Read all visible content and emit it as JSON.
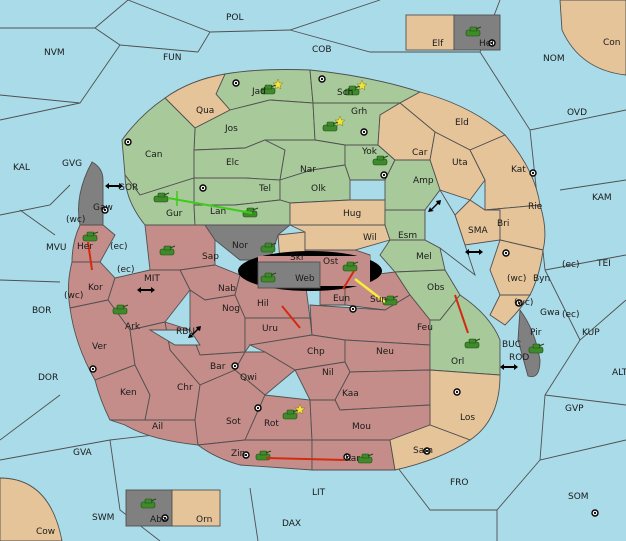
{
  "colors": {
    "water": "#a9dbe9",
    "green": "#a8c99a",
    "red": "#c58d89",
    "tan": "#e6c49a",
    "grey": "#808080",
    "land_border": "#505050",
    "unit": "#3f8a2b",
    "arrow_red": "#d42a10",
    "arrow_green": "#3ecb1a",
    "arrow_yellow": "#f5ef3a",
    "star": "#f3e43a"
  },
  "labels": {
    "pol": "POL",
    "nvm": "NVM",
    "fun": "FUN",
    "cob": "COB",
    "nom": "NOM",
    "ovd": "OVD",
    "kal": "KAL",
    "gvg": "GVG",
    "gor": "GOR",
    "mvu": "MVU",
    "mit": "MIT",
    "bor": "BOR",
    "dor": "DOR",
    "rbu": "RBU",
    "gva": "GVA",
    "kam": "KAM",
    "sma": "SMA",
    "tei": "TEI",
    "kup": "KUP",
    "buc": "BUC",
    "rod": "ROD",
    "alt": "ALT",
    "gvp": "GVP",
    "fro": "FRO",
    "som": "SOM",
    "lit": "LIT",
    "swm": "SWM",
    "dax": "DAX",
    "cow": "Cow",
    "con": "Con",
    "elf": "Elf",
    "hel": "Hel",
    "aba": "Aba",
    "orn": "Orn",
    "jad": "Jad",
    "sch": "Sch",
    "qua": "Qua",
    "jos": "Jos",
    "grh": "Grh",
    "eld": "Eld",
    "can": "Can",
    "elc": "Elc",
    "nar": "Nar",
    "yok": "Yok",
    "car": "Car",
    "uta": "Uta",
    "kat": "Kat",
    "tel": "Tel",
    "olk": "Olk",
    "amp": "Amp",
    "gur": "Gur",
    "lan": "Lan",
    "hug": "Hug",
    "bri": "Bri",
    "rie": "Rie",
    "gaw": "Gaw",
    "nor": "Nor",
    "wil": "Wil",
    "esm": "Esm",
    "her": "Her",
    "wc1": "(wc)",
    "ec1": "(ec)",
    "sap": "Sap",
    "skr": "Skr",
    "ost": "Ost",
    "web": "Web",
    "mel": "Mel",
    "ec2": "(ec)",
    "kor": "Kor",
    "wc2": "(wc)",
    "nab": "Nab",
    "eun": "Eun",
    "sun": "Sun",
    "obs": "Obs",
    "wc3": "(wc)",
    "byn": "Byn",
    "ec3": "(ec)",
    "ark": "Ark",
    "hil": "Hil",
    "nog": "Nog",
    "wc4": "(wc)",
    "gwa": "Gwa",
    "ec4": "(ec)",
    "uru": "Uru",
    "feu": "Feu",
    "pir": "Pir",
    "ver": "Ver",
    "chp": "Chp",
    "neu": "Neu",
    "orl": "Orl",
    "bar": "Bar",
    "qwi": "Qwi",
    "nil": "Nil",
    "ken": "Ken",
    "chr": "Chr",
    "kaa": "Kaa",
    "los": "Los",
    "ail": "Ail",
    "sot": "Sot",
    "rot": "Rot",
    "mou": "Mou",
    "zin": "Zin",
    "kar": "Kar",
    "sam": "Sam"
  }
}
